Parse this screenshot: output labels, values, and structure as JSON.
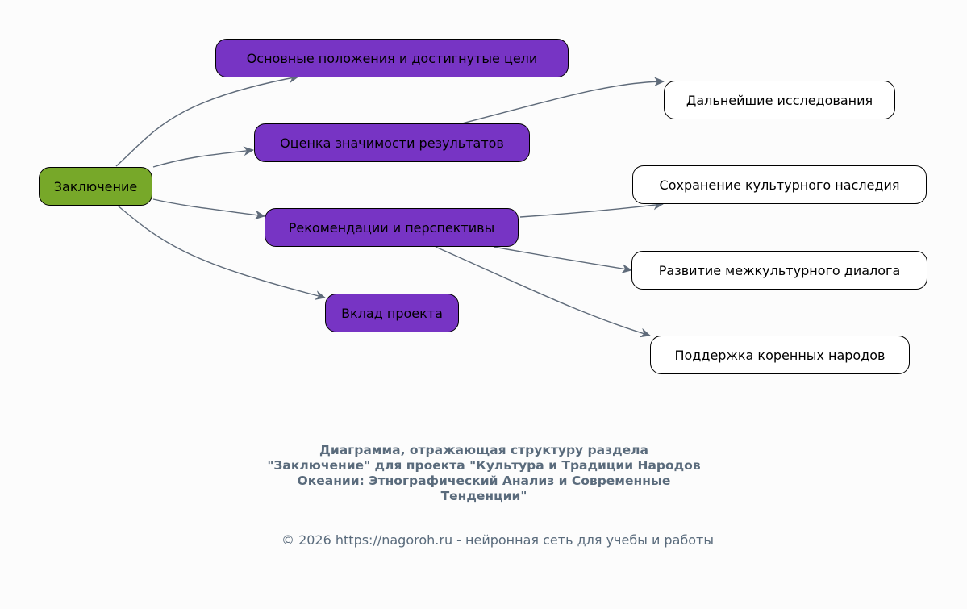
{
  "colors": {
    "root": "#77a829",
    "branch": "#7734c4",
    "leaf": "#ffffff",
    "edge": "#5f6b7a",
    "text_muted": "#5a6b7c"
  },
  "root": {
    "label": "Заключение"
  },
  "branches": [
    {
      "label": "Основные положения и достигнутые цели"
    },
    {
      "label": "Оценка значимости результатов"
    },
    {
      "label": "Рекомендации и перспективы"
    },
    {
      "label": "Вклад проекта"
    }
  ],
  "leaves": [
    {
      "label": "Дальнейшие исследования"
    },
    {
      "label": "Сохранение культурного наследия"
    },
    {
      "label": "Развитие межкультурного диалога"
    },
    {
      "label": "Поддержка коренных народов"
    }
  ],
  "caption": {
    "title": "Диаграмма, отражающая структуру раздела \"Заключение\" для проекта \"Культура и Традиции Народов Океании: Этнографический Анализ и Современные Тенденции\"",
    "footer": "© 2026 https://nagoroh.ru - нейронная сеть для учебы и работы"
  }
}
